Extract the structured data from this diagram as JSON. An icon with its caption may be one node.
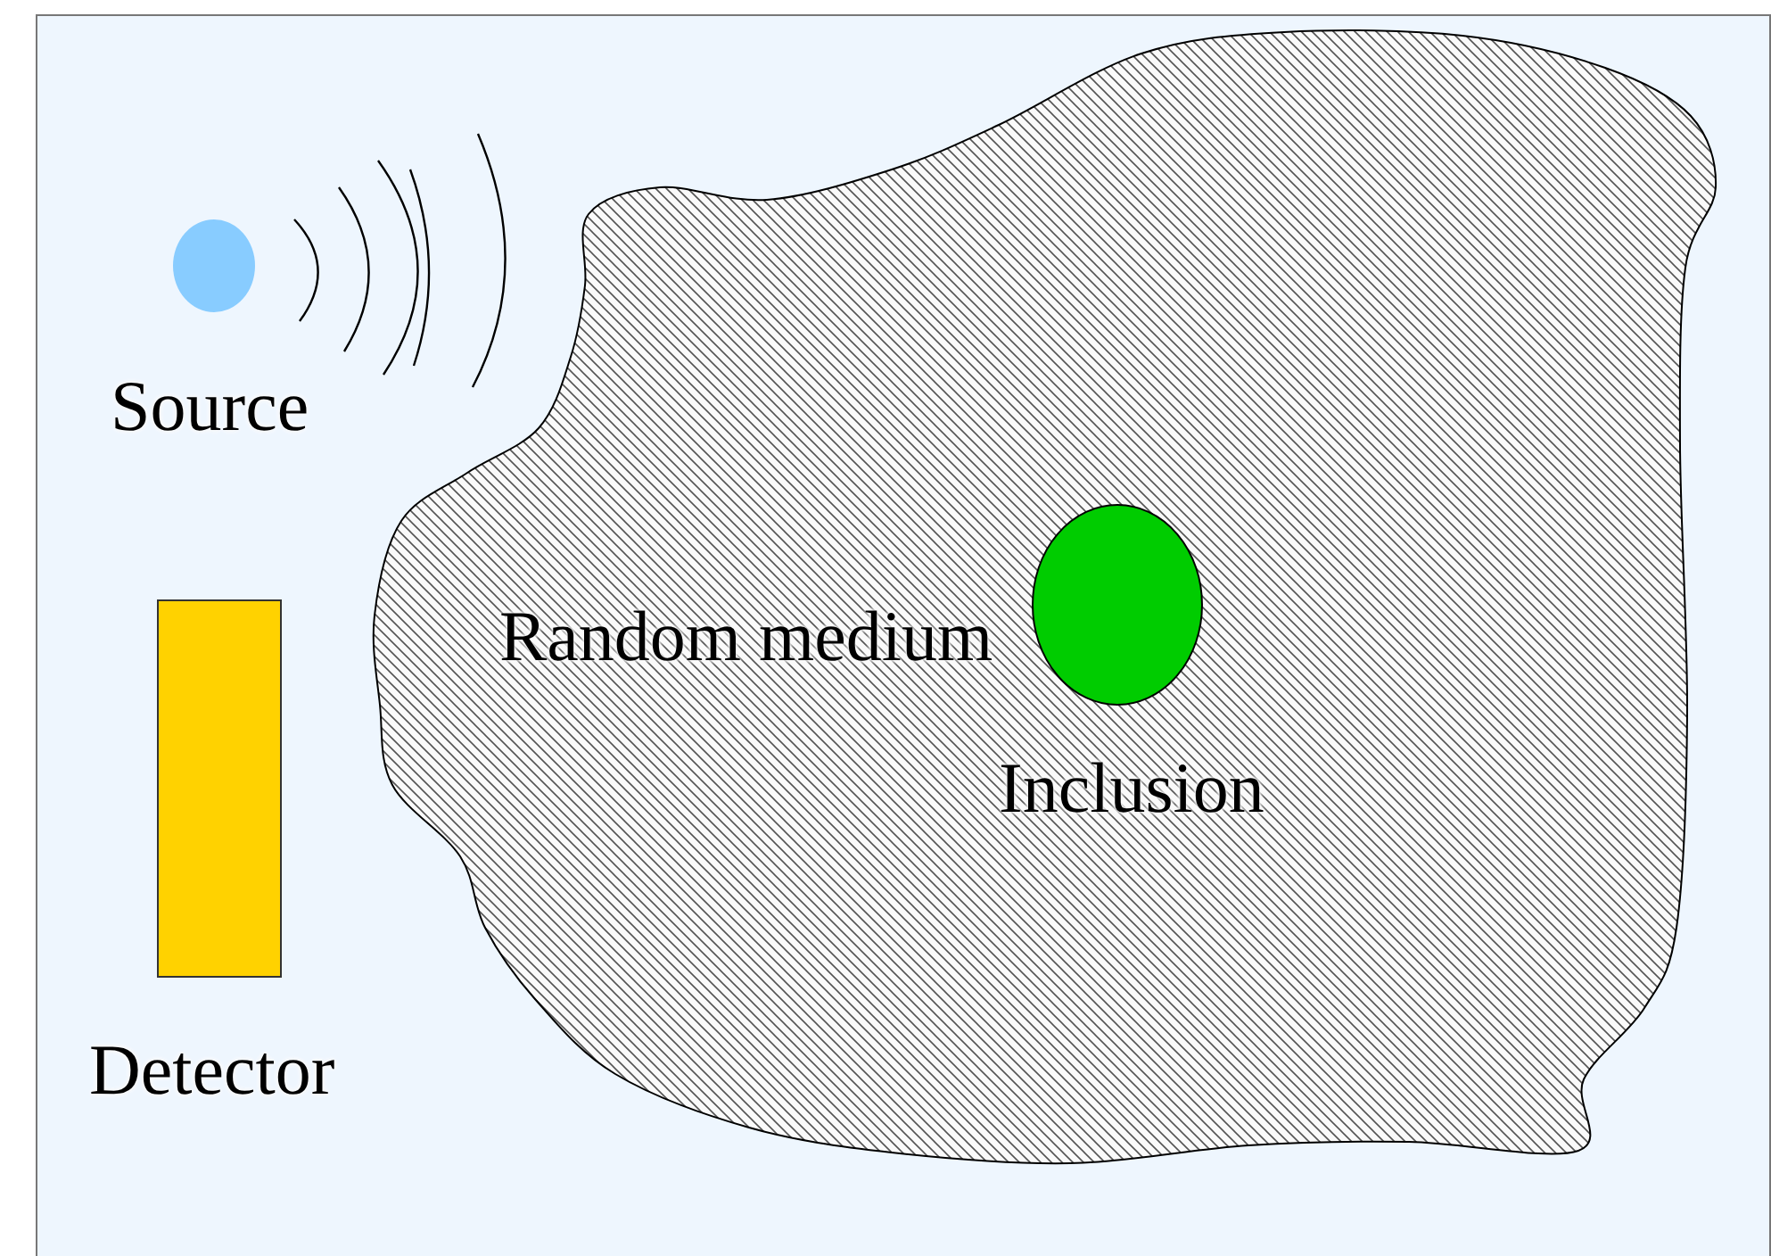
{
  "diagram": {
    "nodes": [
      {
        "text": [
          "Source"
        ]
      },
      {
        "text": [
          "Detector"
        ]
      },
      {
        "text": [
          "Random medium"
        ]
      },
      {
        "text": [
          "Inclusion"
        ],
        "in": 2
      }
    ]
  }
}
